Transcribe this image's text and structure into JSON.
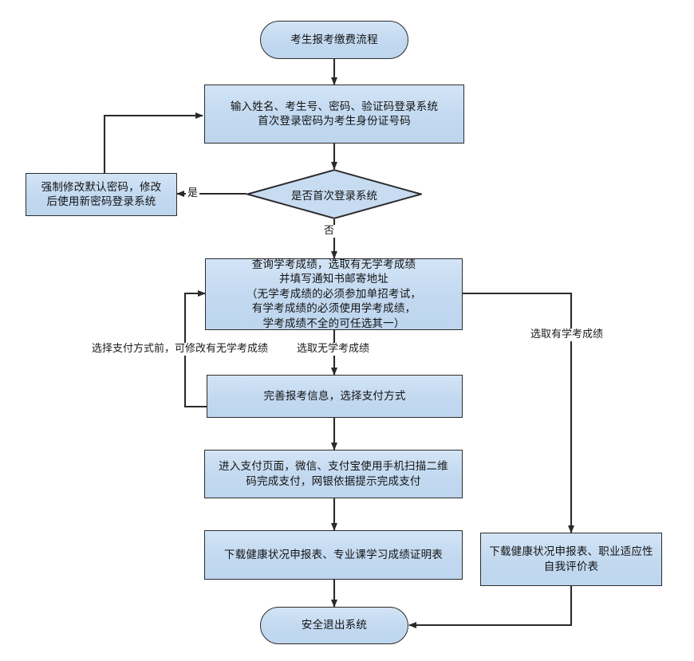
{
  "diagram": {
    "title": "考生报考缴费流程",
    "nodes": {
      "start": {
        "label": "考生报考缴费流程",
        "shape": "terminator"
      },
      "login": {
        "label": "输入姓名、考生号、密码、验证码登录系统\n首次登录密码为考生身份证号码",
        "shape": "process"
      },
      "first_login_decision": {
        "label": "是否首次登录系统",
        "shape": "decision"
      },
      "force_change_pwd": {
        "label": "强制修改默认密码，修改\n后使用新密码登录系统",
        "shape": "process"
      },
      "query_scores": {
        "label": "查询学考成绩，选取有无学考成绩\n并填写通知书邮寄地址\n（无学考成绩的必须参加单招考试，\n有学考成绩的必须使用学考成绩，\n学考成绩不全的可任选其一）",
        "shape": "process"
      },
      "complete_info": {
        "label": "完善报考信息，选择支付方式",
        "shape": "process"
      },
      "payment_page": {
        "label": "进入支付页面，微信、支付宝使用手机扫描二维\n码完成支付，网银依据提示完成支付",
        "shape": "process"
      },
      "download_left": {
        "label": "下载健康状况申报表、专业课学习成绩证明表",
        "shape": "process"
      },
      "download_right": {
        "label": "下载健康状况申报表、职业适应性\n自我评价表",
        "shape": "process"
      },
      "exit": {
        "label": "安全退出系统",
        "shape": "terminator"
      }
    },
    "edge_labels": {
      "yes": "是",
      "no": "否",
      "modify_before_pay": "选择支付方式前，可修改有无学考成绩",
      "no_scores": "选取无学考成绩",
      "has_scores": "选取有学考成绩"
    },
    "colors": {
      "node_fill": "#c7dcf1",
      "node_fill_light": "#d3e4f6",
      "node_border": "#2c2c2c",
      "connector": "#2a2a2a",
      "text": "#141414",
      "background": "#ffffff"
    }
  }
}
